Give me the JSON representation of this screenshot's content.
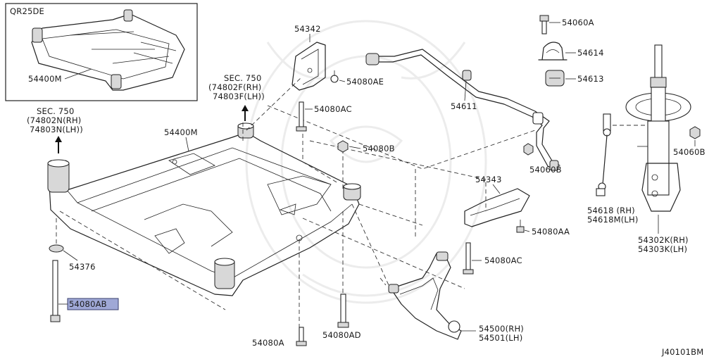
{
  "inset": {
    "engine": "QR25DE",
    "part": "54400M"
  },
  "sec_refs": {
    "left": {
      "title": "SEC. 750",
      "rh": "(74802N(RH)",
      "lh": "74803N(LH))"
    },
    "right": {
      "title": "SEC. 750",
      "rh": "(74802F(RH)",
      "lh": "74803F(LH))"
    }
  },
  "labels": {
    "p54400M": "54400M",
    "p54342": "54342",
    "p54080AE": "54080AE",
    "p54080AC_top": "54080AC",
    "p54080B": "54080B",
    "p54611": "54611",
    "p54060A": "54060A",
    "p54614": "54614",
    "p54613": "54613",
    "p54060B_mid": "54060B",
    "p54060B_right": "54060B",
    "p54343": "54343",
    "p54080AA": "54080AA",
    "p54080AC_bot": "54080AC",
    "p54376": "54376",
    "p54080AB": "54080AB",
    "p54080A": "54080A",
    "p54080AD": "54080AD",
    "p54618_rh": "54618 (RH)",
    "p54618_lh": "54618M(LH)",
    "p54302_rh": "54302K(RH)",
    "p54302_lh": "54303K(LH)",
    "p54500_rh": "54500(RH)",
    "p54500_lh": "54501(LH)"
  },
  "diagram_code": "J40101BM"
}
